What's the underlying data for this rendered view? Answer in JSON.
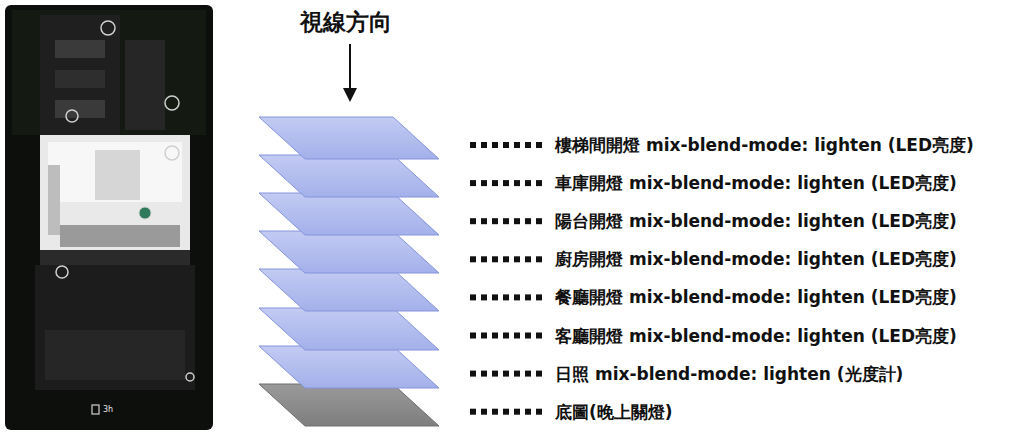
{
  "diagram": {
    "title": "視線方向",
    "nodes": [
      {
        "text": [
          "樓梯間開燈 mix-blend-mode: lighten (LED亮度)"
        ]
      },
      {
        "text": [
          "車庫開燈 mix-blend-mode: lighten (LED亮度)"
        ]
      },
      {
        "text": [
          "陽台開燈 mix-blend-mode: lighten (LED亮度)"
        ]
      },
      {
        "text": [
          "廚房開燈 mix-blend-mode: lighten (LED亮度)"
        ]
      },
      {
        "text": [
          "餐廳開燈 mix-blend-mode: lighten (LED亮度)"
        ]
      },
      {
        "text": [
          "客廳開燈 mix-blend-mode: lighten (LED亮度)"
        ]
      },
      {
        "text": [
          "日照 mix-blend-mode: lighten (光度計)"
        ]
      },
      {
        "text": [
          "底圖(晚上關燈)"
        ]
      }
    ],
    "labels": [
      "3h"
    ]
  }
}
